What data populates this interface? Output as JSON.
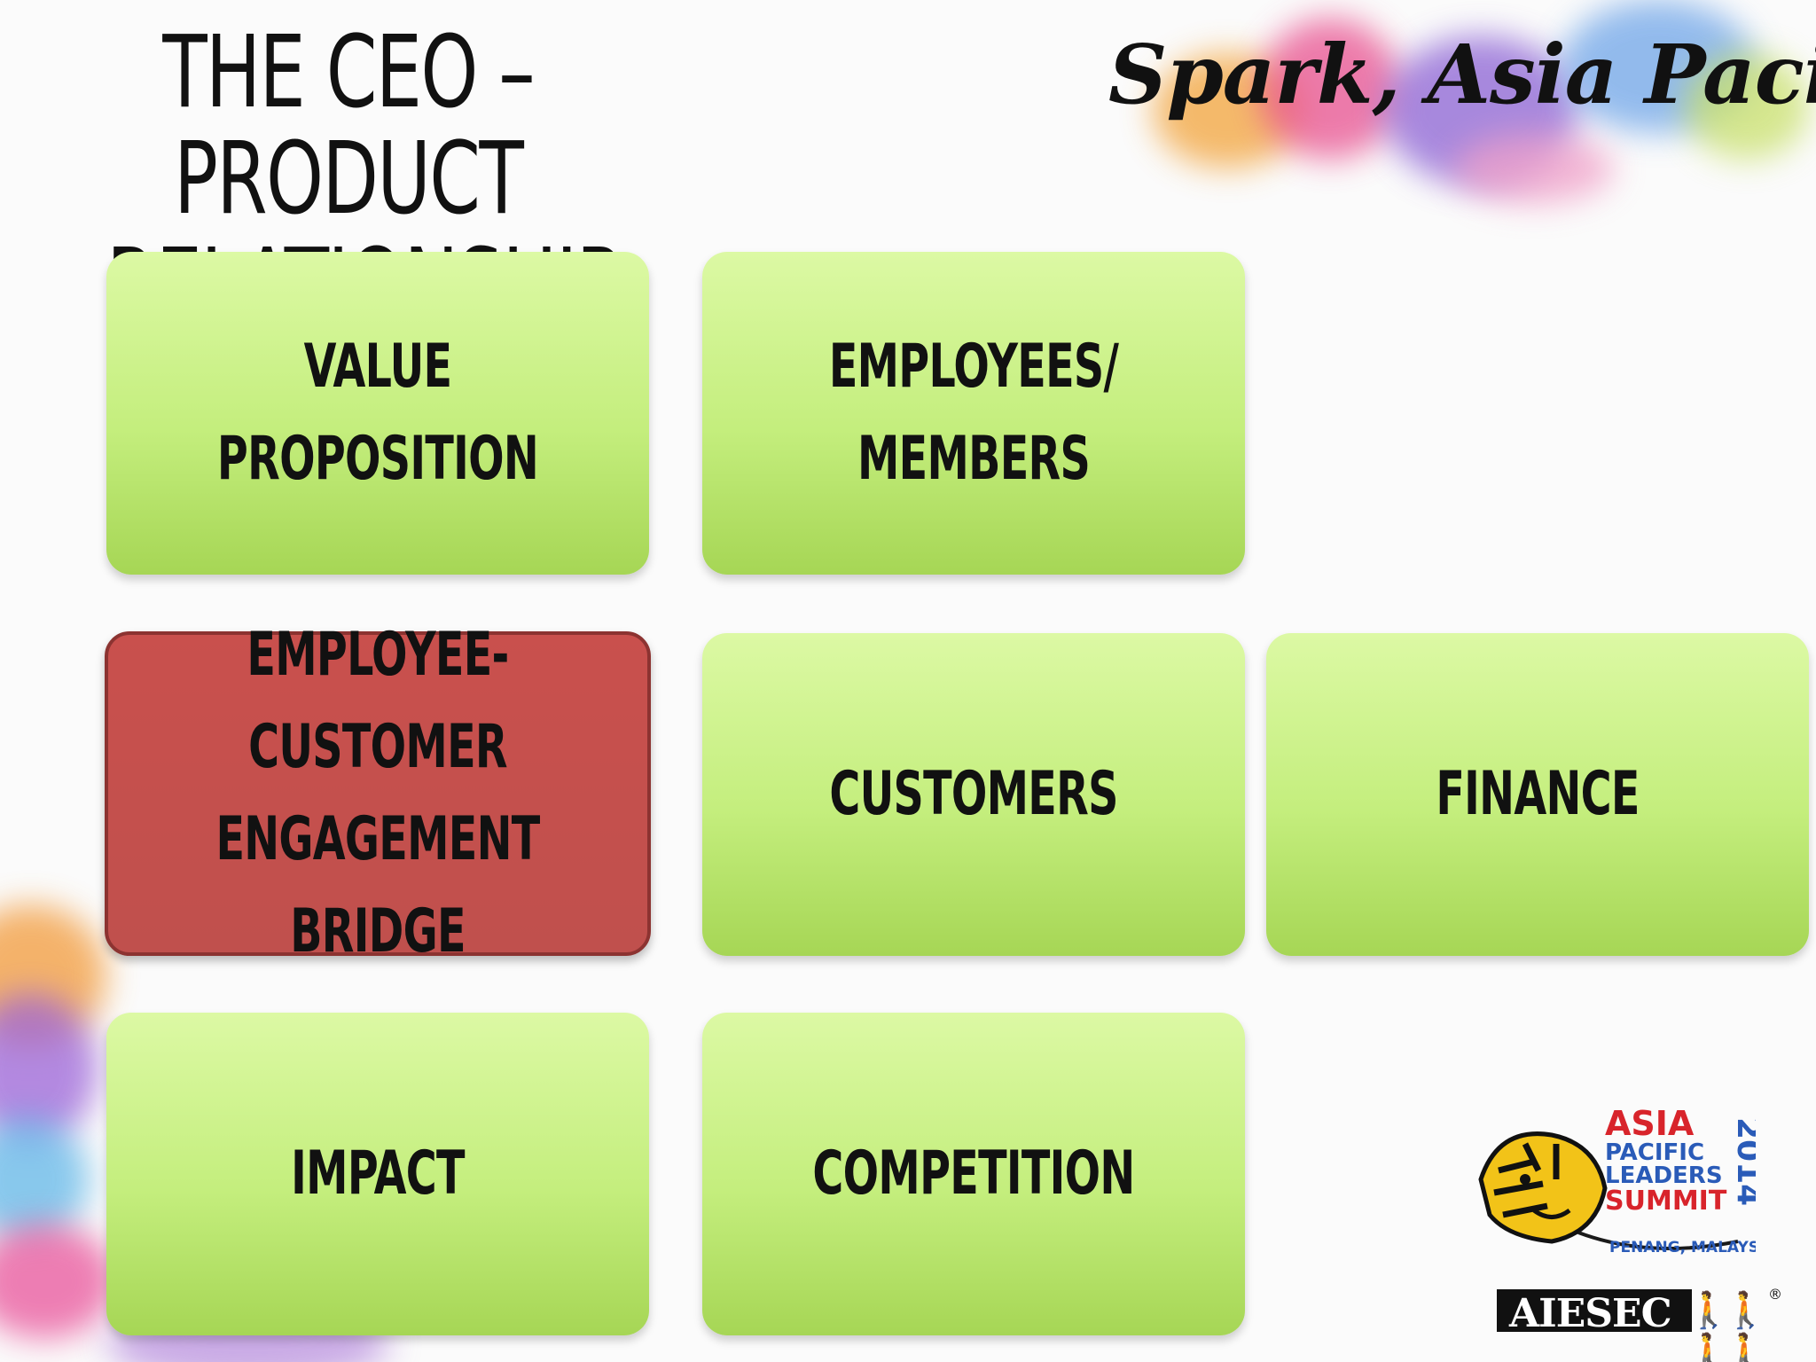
{
  "slide": {
    "title_lines": [
      "THE CEO – PRODUCT",
      "RELATIONSHIP"
    ],
    "brand_tagline": "Spark, Asia Pacific!",
    "tiles": [
      {
        "label": "VALUE PROPOSITION",
        "highlighted": false
      },
      {
        "label": "EMPLOYEES/\nMEMBERS",
        "highlighted": false
      },
      {
        "label": "EMPLOYEE-\nCUSTOMER\nENGAGEMENT BRIDGE",
        "highlighted": true
      },
      {
        "label": "CUSTOMERS",
        "highlighted": false
      },
      {
        "label": "FINANCE",
        "highlighted": false
      },
      {
        "label": "IMPACT",
        "highlighted": false
      },
      {
        "label": "COMPETITION",
        "highlighted": false
      }
    ],
    "summit_logo": {
      "word_1": "ASIA",
      "word_2": "PACIFIC",
      "word_3": "LEADERS",
      "word_4": "SUMMIT",
      "year": "2014",
      "location": "PENANG, MALAYSIA"
    },
    "org_logo": {
      "text": "AIESEC",
      "registered": "®"
    },
    "colors": {
      "tile_green_top": "#dcf9a4",
      "tile_green_bottom": "#a6d655",
      "highlight_red": "#c0504d",
      "text": "#111111"
    }
  }
}
